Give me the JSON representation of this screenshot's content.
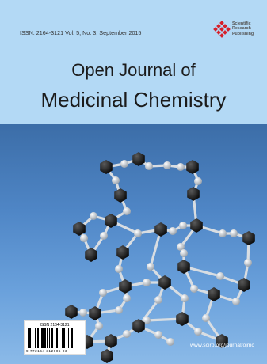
{
  "cover": {
    "issn_line": "ISSN: 2164-3121   Vol. 5, No. 3, September 2015",
    "journal_title_line1": "Open Journal of",
    "journal_title_line2": "Medicinal Chemistry",
    "publisher_name": "Scientific Research Publishing",
    "publisher_logo_icon": "diamond-grid-logo-icon",
    "artwork_icon": "molecular-lattice-icon",
    "url": "www.scirp.org/journal/ojmc",
    "barcode_issn": "ISSN 2164-3121",
    "barcode_number": "9 772164 312006 03"
  },
  "colors": {
    "header_background": "#b3d9f5",
    "cover_background": "#3a6ba5",
    "logo_red": "#d6202a",
    "atom_dark": "#1c1c1c",
    "atom_light": "#cfd6de"
  }
}
